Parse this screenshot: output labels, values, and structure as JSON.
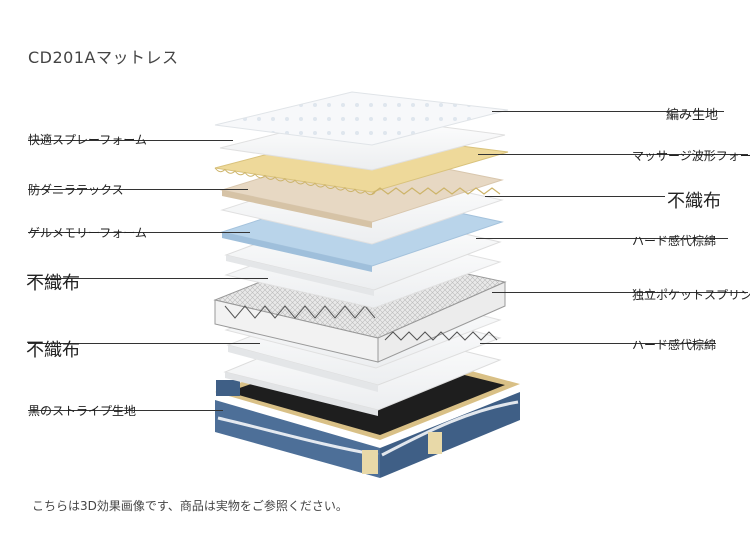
{
  "title": "CD201Aマットレス",
  "footnote": "こちらは3D効果画像です、商品は実物をご参照ください。",
  "left_labels": [
    {
      "text": "快適スプレーフォーム"
    },
    {
      "text": "防ダニラテックス"
    },
    {
      "text": "ゲルメモリーフォーム"
    },
    {
      "text": "不織布"
    },
    {
      "text": "不織布"
    },
    {
      "text": "黒のストライプ生地"
    }
  ],
  "right_labels": [
    {
      "text": "編み生地"
    },
    {
      "text": "マッサージ波形フォーム"
    },
    {
      "text": "不織布"
    },
    {
      "text": "ハード感代棕綿"
    },
    {
      "text": "独立ポケットスプリング"
    },
    {
      "text": "ハード感代棕綿"
    }
  ],
  "colors": {
    "foam_yellow": "#eed99a",
    "latex_beige": "#e7d8c3",
    "gel_blue": "#b9d4ea",
    "fabric_blue": "#4d6f98",
    "black_base": "#1e1e1e",
    "gold_trim": "#d9c086"
  }
}
